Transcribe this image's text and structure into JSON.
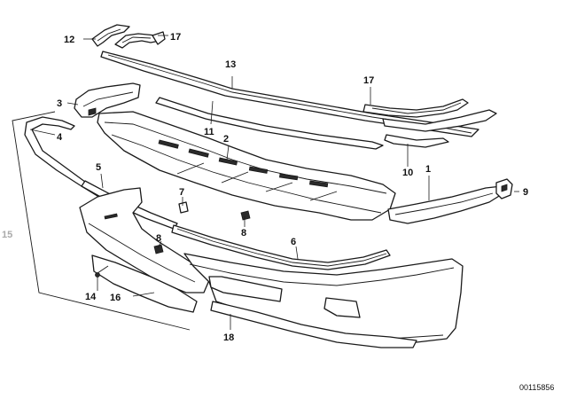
{
  "diagram": {
    "callouts": [
      {
        "id": "c12",
        "label": "12"
      },
      {
        "id": "c17a",
        "label": "17"
      },
      {
        "id": "c13",
        "label": "13"
      },
      {
        "id": "c17b",
        "label": "17"
      },
      {
        "id": "c3",
        "label": "3"
      },
      {
        "id": "c4",
        "label": "4"
      },
      {
        "id": "c11",
        "label": "11"
      },
      {
        "id": "c2",
        "label": "2"
      },
      {
        "id": "c10",
        "label": "10"
      },
      {
        "id": "c1",
        "label": "1"
      },
      {
        "id": "c5",
        "label": "5"
      },
      {
        "id": "c7",
        "label": "7"
      },
      {
        "id": "c9",
        "label": "9"
      },
      {
        "id": "c15",
        "label": "15"
      },
      {
        "id": "c8a",
        "label": "8"
      },
      {
        "id": "c8b",
        "label": "8"
      },
      {
        "id": "c6",
        "label": "6"
      },
      {
        "id": "c14",
        "label": "14"
      },
      {
        "id": "c16",
        "label": "16"
      },
      {
        "id": "c18",
        "label": "18"
      }
    ],
    "document_id": "00115856",
    "colors": {
      "line": "#1a1a1a",
      "muted_label": "#aaaaaa",
      "background": "#ffffff"
    }
  }
}
